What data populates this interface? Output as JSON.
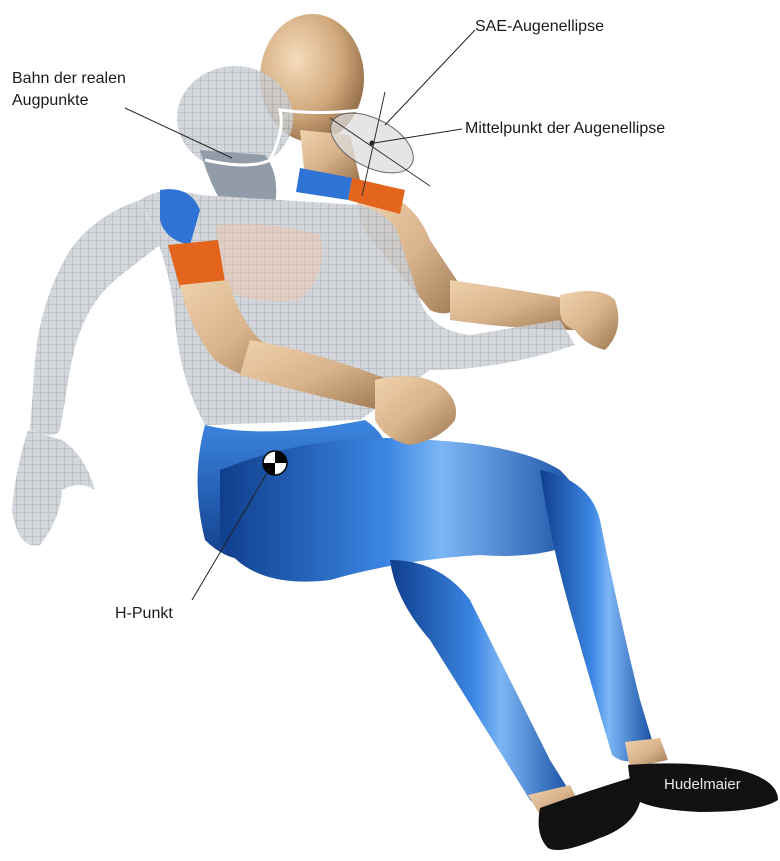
{
  "labels": {
    "eye_path_line1": "Bahn der realen",
    "eye_path_line2": "Augpunkte",
    "sae_eyellipse": "SAE-Augenellipse",
    "eyellipse_center": "Mittelpunkt der Augenellipse",
    "h_point": "H-Punkt"
  },
  "watermark": "Hudelmaier",
  "colors": {
    "skin": "#d9b48c",
    "skin_shadow": "#a8845e",
    "suit_blue": "#1f63c4",
    "suit_blue_light": "#5fa0f0",
    "accent_orange": "#e2641d",
    "wireframe_gray": "#9aa0a8",
    "shoe_black": "#111111"
  }
}
